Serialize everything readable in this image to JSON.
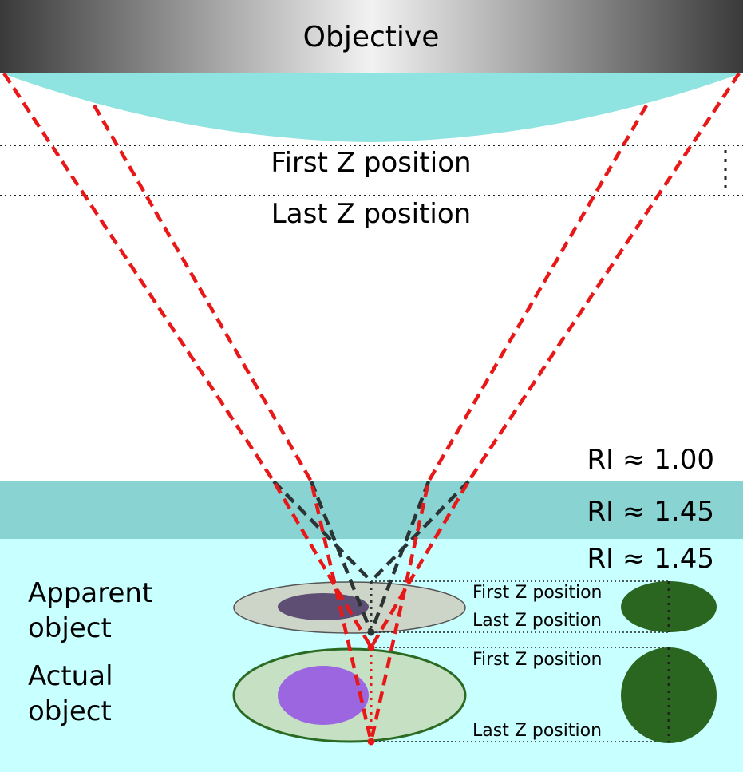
{
  "objective": {
    "label": "Objective"
  },
  "z_range_top": {
    "first": "First Z position",
    "last": "Last Z position"
  },
  "layers": {
    "air": {
      "ri": "RI ≈ 1.00"
    },
    "coverslip": {
      "ri": "RI ≈ 1.45"
    },
    "medium": {
      "ri": "RI ≈ 1.45"
    }
  },
  "apparent": {
    "label_line1": "Apparent",
    "label_line2": "object",
    "first": "First Z position",
    "last": "Last Z position"
  },
  "actual": {
    "label_line1": "Actual",
    "label_line2": "object",
    "first": "First Z position",
    "last": "Last Z position"
  },
  "colors": {
    "objective_dark": "#3a3a3a",
    "objective_light": "#f2f2f2",
    "lens": "#8fe3e0",
    "coverslip": "#89d3d3",
    "medium": "#c8ffff",
    "ray_red": "#e81818",
    "ray_dark": "#2a3434",
    "apparent_outer": "#cdd4c8",
    "apparent_inner": "#5e4e74",
    "actual_outer": "#c5e0c2",
    "actual_border": "#2b6a22",
    "actual_inner": "#9b66e0",
    "cell_green": "#2b6620"
  }
}
